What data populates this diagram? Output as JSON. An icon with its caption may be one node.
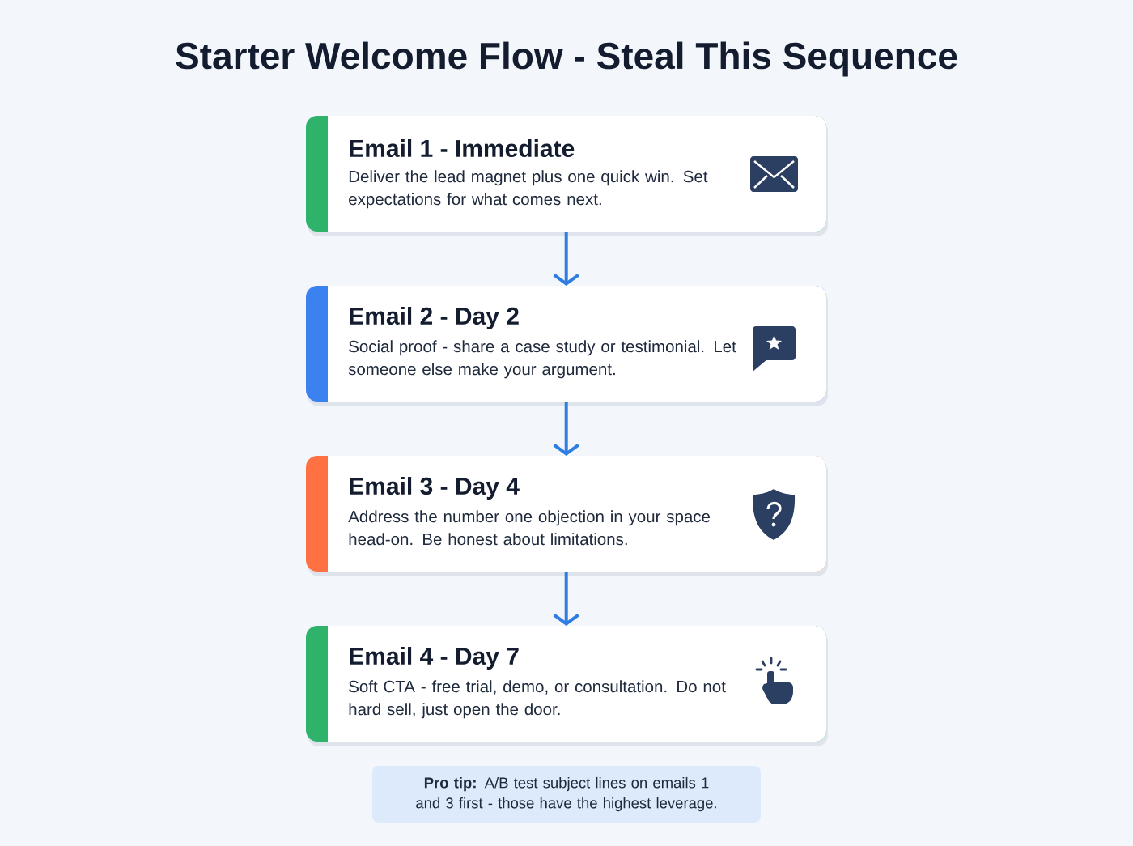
{
  "diagram": {
    "title": "Starter Welcome Flow - Steal This Sequence",
    "nodes": [
      {
        "text": [
          "Email 1 - Immediate",
          "Deliver the lead magnet plus one quick win. Set expectations for what comes next."
        ]
      },
      {
        "text": [
          "Email 2 - Day 2",
          "Social proof - share a case study or testimonial. Let someone else make your argument."
        ]
      },
      {
        "text": [
          "Email 3 - Day 4",
          "Address the number one objection in your space head-on. Be honest about limitations."
        ]
      },
      {
        "text": [
          "Email 4 - Day 7",
          "Soft CTA - free trial, demo, or consultation. Do not hard sell, just open the door."
        ]
      },
      {
        "text": [
          "**Pro tip:** A/B test subject lines on emails 1 and 3 first - those have the highest leverage."
        ]
      }
    ],
    "edges": [
      {
        "from": 0,
        "to": 1,
        "arrow": "to"
      },
      {
        "from": 1,
        "to": 2,
        "arrow": "to"
      },
      {
        "from": 2,
        "to": 3,
        "arrow": "to"
      }
    ]
  }
}
